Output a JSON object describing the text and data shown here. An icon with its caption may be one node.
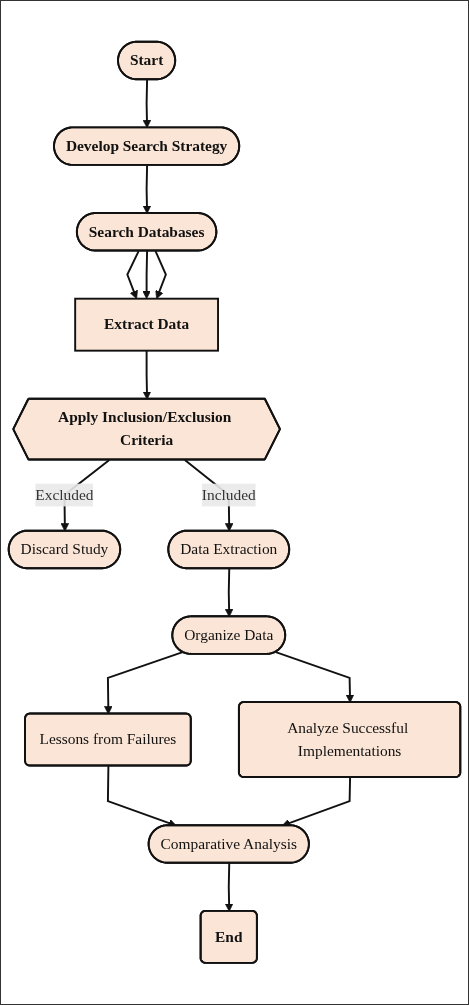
{
  "diagram": {
    "nodes": [
      {
        "text": [
          "Start"
        ]
      },
      {
        "text": [
          "Develop Search Strategy"
        ]
      },
      {
        "text": [
          "Search Databases"
        ]
      },
      {
        "text": [
          "Extract Data"
        ]
      },
      {
        "text": [
          "Apply Inclusion/Exclusion Criteria"
        ]
      },
      {
        "text": [
          "Discard Study"
        ]
      },
      {
        "text": [
          "Data Extraction"
        ]
      },
      {
        "text": [
          "Organize Data"
        ]
      },
      {
        "text": [
          "Lessons from Failures"
        ]
      },
      {
        "text": [
          "Analyze Successful Implementations"
        ]
      },
      {
        "text": [
          "Comparative Analysis"
        ]
      },
      {
        "text": [
          "End"
        ]
      }
    ],
    "edges": [
      {
        "from": 0,
        "to": 1,
        "arrow": "to"
      },
      {
        "from": 1,
        "to": 2,
        "arrow": "to"
      },
      {
        "from": 2,
        "to": 3,
        "arrow": "to"
      },
      {
        "from": 2,
        "to": 3,
        "arrow": "to"
      },
      {
        "from": 2,
        "to": 3,
        "arrow": "to"
      },
      {
        "from": 3,
        "to": 4,
        "arrow": "to"
      },
      {
        "from": 4,
        "to": 5,
        "label": "Excluded",
        "arrow": "to"
      },
      {
        "from": 4,
        "to": 6,
        "label": "Included",
        "arrow": "to"
      },
      {
        "from": 6,
        "to": 7,
        "arrow": "to"
      },
      {
        "from": 7,
        "to": 8,
        "arrow": "to"
      },
      {
        "from": 7,
        "to": 9,
        "arrow": "to"
      },
      {
        "from": 8,
        "to": 10,
        "arrow": "to"
      },
      {
        "from": 9,
        "to": 10,
        "arrow": "to"
      },
      {
        "from": 10,
        "to": 11,
        "arrow": "to"
      }
    ]
  }
}
